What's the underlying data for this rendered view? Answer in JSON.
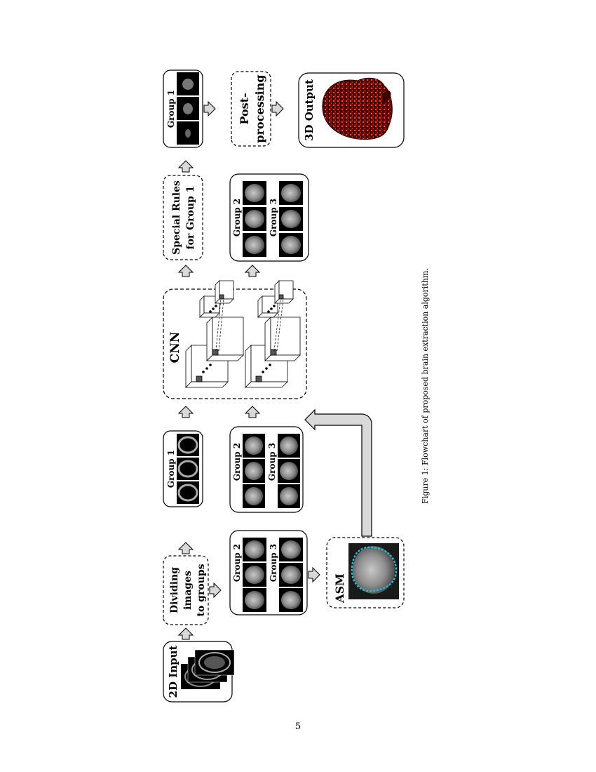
{
  "figure": {
    "caption": "Figure 1: Flowchart of proposed brain extraction algorithm.",
    "nodes": {
      "input": "2D Input",
      "dividing": [
        "Dividing",
        "images",
        "to groups"
      ],
      "group1": "Group 1",
      "group2": "Group 2",
      "group3": "Group 3",
      "asm": "ASM",
      "cnn": "CNN",
      "special_rules": [
        "Special Rules",
        "for Group 1"
      ],
      "post_processing": [
        "Post-",
        "processing"
      ],
      "output": "3D Output"
    }
  },
  "page_number": "5",
  "colors": {
    "contour": "#19c3d6",
    "output_fill": "#8b0000",
    "arrow_fill": "#d9d9d9"
  }
}
